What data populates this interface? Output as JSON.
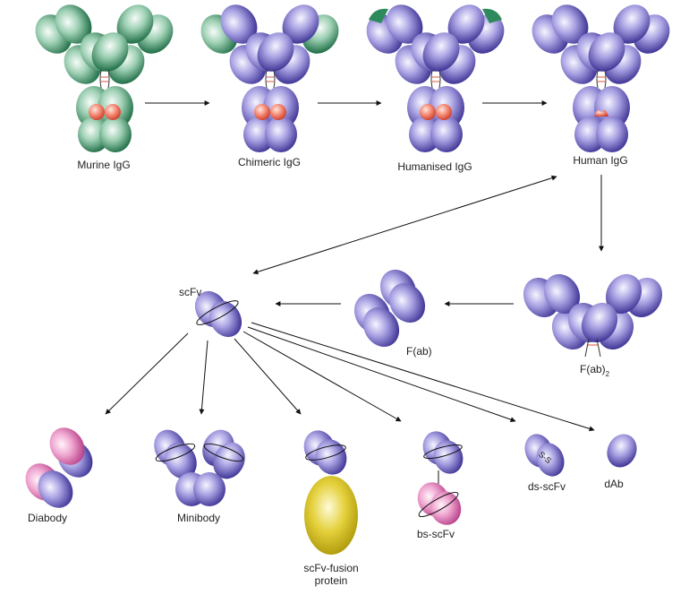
{
  "labels": {
    "murine": "Murine IgG",
    "chimeric": "Chimeric IgG",
    "humanised": "Humanised IgG",
    "human": "Human IgG",
    "scfv": "scFv",
    "fab": "F(ab)",
    "fab2": "F(ab)",
    "fab2_sub": "2",
    "diabody": "Diabody",
    "minibody": "Minibody",
    "fusion_line1": "scFv-fusion",
    "fusion_line2": "protein",
    "bsscfv": "bs-scFv",
    "dsscfv": "ds-scFv",
    "dab": "dAb",
    "ss_bond": "S-S"
  },
  "colors": {
    "murine_green": "#2e8a5c",
    "human_purple": "#5f55b3",
    "pink": "#d466a8",
    "gold": "#c9b400",
    "hinge_red": "#e0533e",
    "arrow": "#111111"
  }
}
